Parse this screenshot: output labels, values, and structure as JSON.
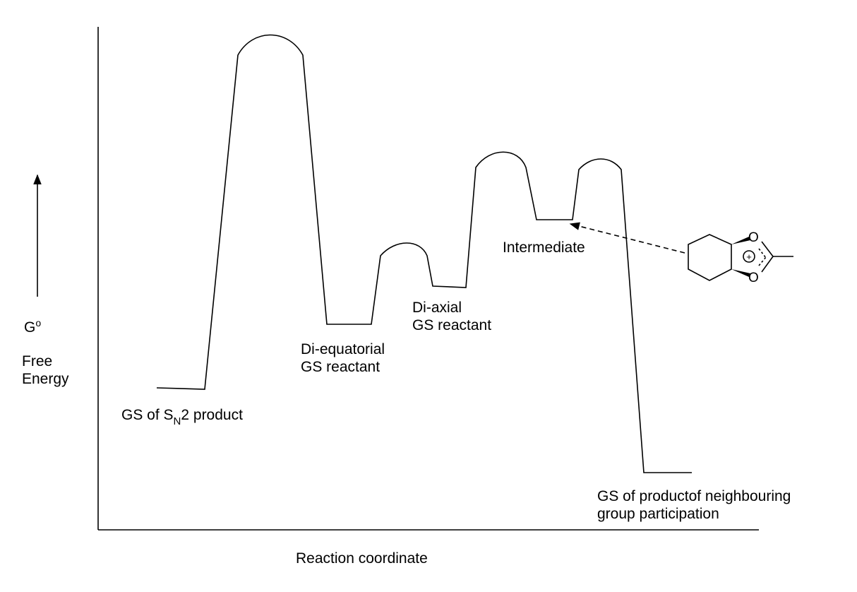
{
  "axes": {
    "y_symbol": "G",
    "y_symbol_sup": "o",
    "y_label_line1": "Free",
    "y_label_line2": "Energy",
    "x_label": "Reaction coordinate"
  },
  "states": {
    "sn2_product": {
      "pre": "GS of S",
      "sub": "N",
      "post": "2 product"
    },
    "diequatorial": {
      "line1": "Di-equatorial",
      "line2": "GS reactant"
    },
    "diaxial": {
      "line1": "Di-axial",
      "line2": "GS reactant"
    },
    "intermediate": {
      "label": "Intermediate"
    },
    "ngp_product": {
      "line1": "GS of productof neighbouring",
      "line2": "group participation"
    }
  },
  "structure": {
    "oxygen_top": "O",
    "oxygen_bottom": "O",
    "charge": "+"
  }
}
